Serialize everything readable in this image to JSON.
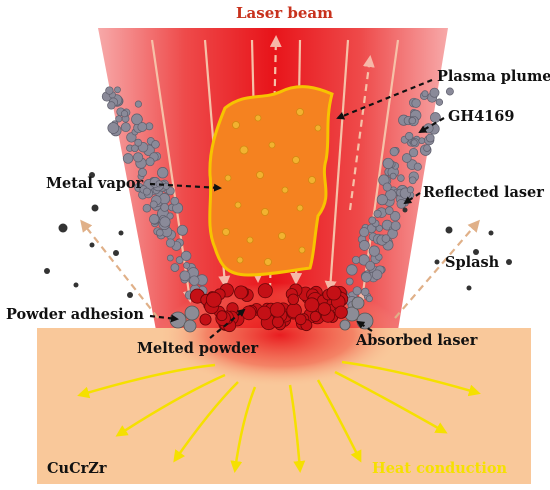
{
  "labels": {
    "laser_beam": "Laser beam",
    "plasma_plume": "Plasma plume",
    "gh4169": "GH4169",
    "metal_vapor": "Metal vapor",
    "reflected_laser": "Reflected laser",
    "splash": "Splash",
    "powder_adhesion": "Powder adhesion",
    "melted_powder": "Melted powder",
    "absorbed_laser": "Absorbed laser",
    "substrate": "CuCrZr",
    "heat_conduction": "Heat conduction"
  },
  "colors": {
    "beam_core": "#e8141a",
    "beam_edge": "#f7a0a0",
    "plume_fill": "#f58220",
    "plume_outline": "#f7c400",
    "substrate": "#f9c89a",
    "heat_arrow": "#f5e000",
    "melted_particle": "#c41016",
    "powder_particle": "#8a8a99",
    "vapor_dot": "#f2b230",
    "splash_dot": "#333333",
    "reflected_arrow": "#e0b088",
    "label_text": "#111111",
    "beam_label": "#c8311c"
  }
}
